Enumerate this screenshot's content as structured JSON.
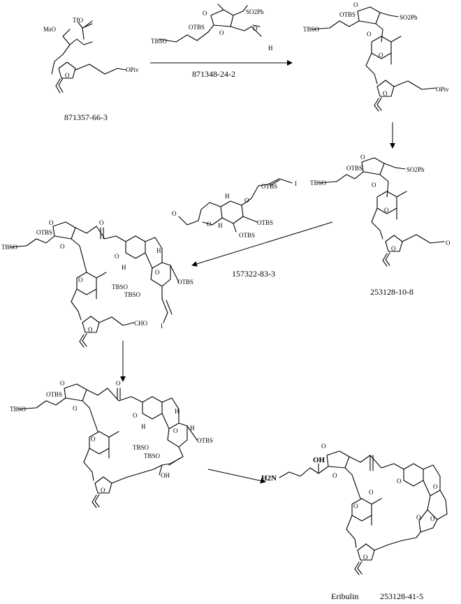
{
  "captions": {
    "start": "871357-66-3",
    "reagent1": "871348-24-2",
    "int2": "253128-10-8",
    "reagent2": "157322-83-3",
    "product_name": "Eribulin",
    "product_cas": "253128-41-5"
  },
  "labels": {
    "tfo": "TfO",
    "mso": "MsO",
    "opiv": "OPiv",
    "otbs": "OTBS",
    "tbso": "TBSO",
    "so2ph": "SO2Ph",
    "o": "O",
    "h": "H",
    "i": "I",
    "cho": "CHO",
    "oh": "OH",
    "h2n": "H2N"
  }
}
